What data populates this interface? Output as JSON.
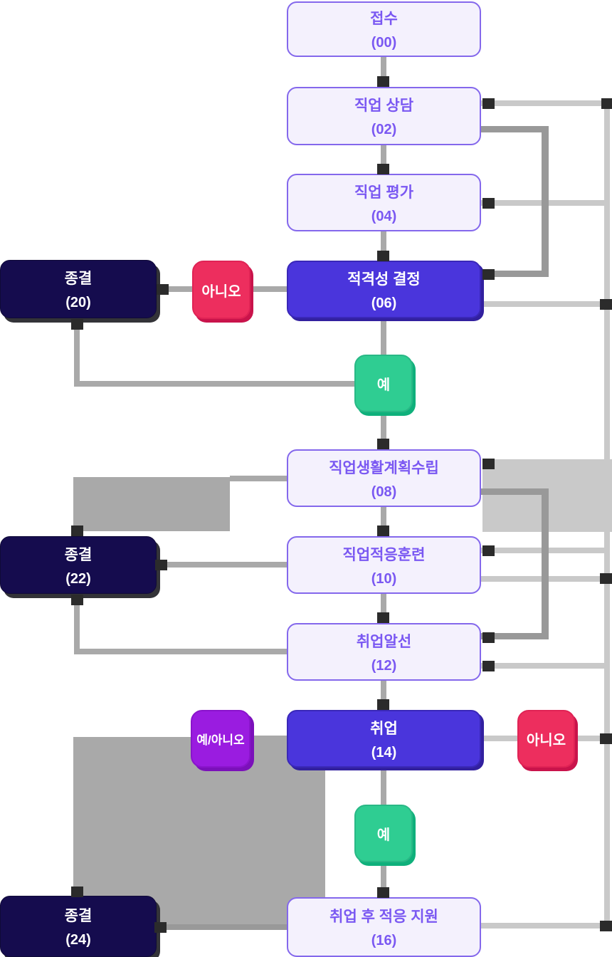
{
  "nodes": {
    "b00": {
      "label": "접수",
      "code": "(00)"
    },
    "b02": {
      "label": "직업 상담",
      "code": "(02)"
    },
    "b04": {
      "label": "직업 평가",
      "code": "(04)"
    },
    "b06": {
      "label": "적격성 결정",
      "code": "(06)"
    },
    "b08": {
      "label": "직업생활계획수립",
      "code": "(08)"
    },
    "b10": {
      "label": "직업적응훈련",
      "code": "(10)"
    },
    "b12": {
      "label": "취업알선",
      "code": "(12)"
    },
    "b14": {
      "label": "취업",
      "code": "(14)"
    },
    "b16": {
      "label": "취업 후 적응 지원",
      "code": "(16)"
    },
    "j20": {
      "label": "종결",
      "code": "(20)"
    },
    "j22": {
      "label": "종결",
      "code": "(22)"
    },
    "j24": {
      "label": "종결",
      "code": "(24)"
    }
  },
  "decisions": {
    "no1": {
      "label": "아니오"
    },
    "yes1": {
      "label": "예"
    },
    "yn": {
      "label": "예/아니오"
    },
    "no2": {
      "label": "아니오"
    },
    "yes2": {
      "label": "예"
    }
  },
  "colors": {
    "process_bg": "#f4f1fd",
    "process_border": "#8468ec",
    "process_text": "#7a58f2",
    "stage_purple": "#4a35dc",
    "terminal_navy": "#150c4e",
    "no_pink": "#ed2e5e",
    "yes_green": "#2fcd92",
    "yesno_violet": "#9a1ce0",
    "line_medium": "#a9a9a9",
    "line_light": "#c9c9c9",
    "line_dark": "#999999",
    "port_black": "#2b2b2b"
  }
}
